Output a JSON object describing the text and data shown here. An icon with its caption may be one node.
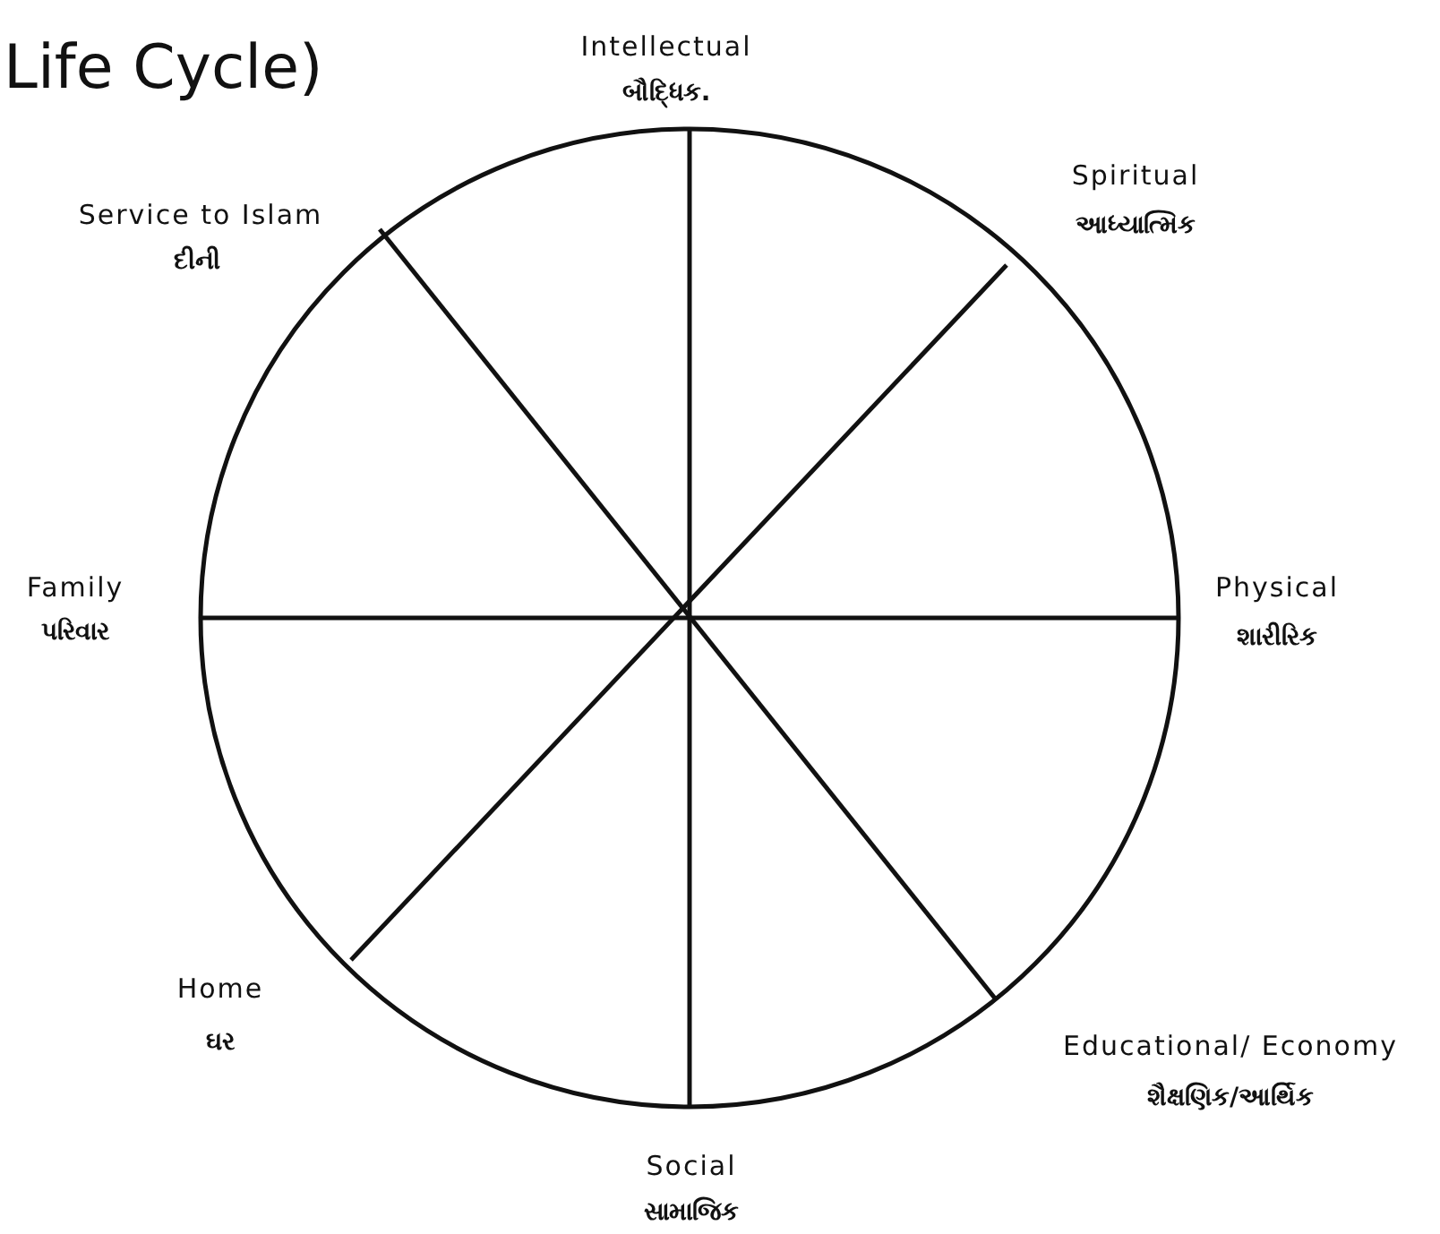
{
  "diagram": {
    "title": "Life Cycle)",
    "labels": [
      "Intellectual",
      "બૌદ્ધિક.",
      "Spiritual",
      "આધ્યાત્મિક",
      "Service to Islam",
      "દીની",
      "Family",
      "પરિવાર",
      "Physical",
      "શારીરિક",
      "Home",
      "ઘર",
      "Educational/ Economy",
      "શૈક્ષણિક/આર્થિક",
      "Social",
      "સામાજિક"
    ]
  }
}
